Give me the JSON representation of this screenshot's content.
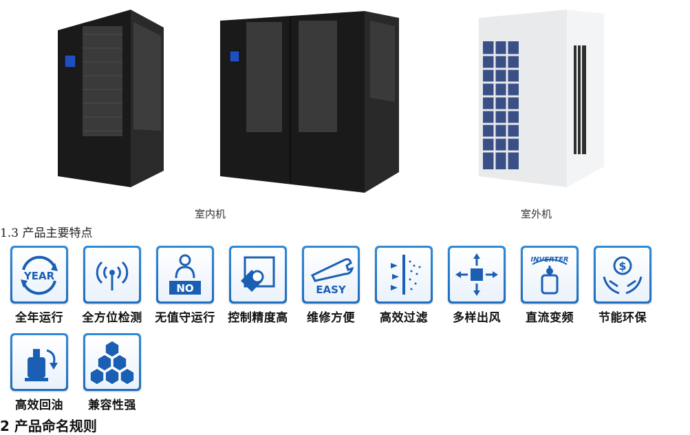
{
  "captions": {
    "indoor": "室内机",
    "outdoor": "室外机"
  },
  "section_title": "1.3 产品主要特点",
  "features": [
    {
      "label": "全年运行",
      "icon": "year-cycle-icon",
      "icon_text": "YEAR"
    },
    {
      "label": "全方位检测",
      "icon": "signal-detection-icon"
    },
    {
      "label": "无值守运行",
      "icon": "person-no-icon",
      "icon_text": "NO"
    },
    {
      "label": "控制精度高",
      "icon": "precision-target-icon"
    },
    {
      "label": "维修方便",
      "icon": "wrench-easy-icon",
      "icon_text": "EASY"
    },
    {
      "label": "高效过滤",
      "icon": "filter-icon"
    },
    {
      "label": "多样出风",
      "icon": "multi-airflow-icon"
    },
    {
      "label": "直流变频",
      "icon": "inverter-compressor-icon",
      "icon_text": "INVERTER"
    },
    {
      "label": "节能环保",
      "icon": "money-hands-icon"
    },
    {
      "label": "高效回油",
      "icon": "oil-return-icon"
    },
    {
      "label": "兼容性强",
      "icon": "hex-compatibility-icon"
    }
  ],
  "next_heading": "2  产品命名规则",
  "colors": {
    "tile_blue": "#1f6dbf",
    "icon_blue": "#1a5fb4",
    "cabinet": "#1c1c1c"
  }
}
